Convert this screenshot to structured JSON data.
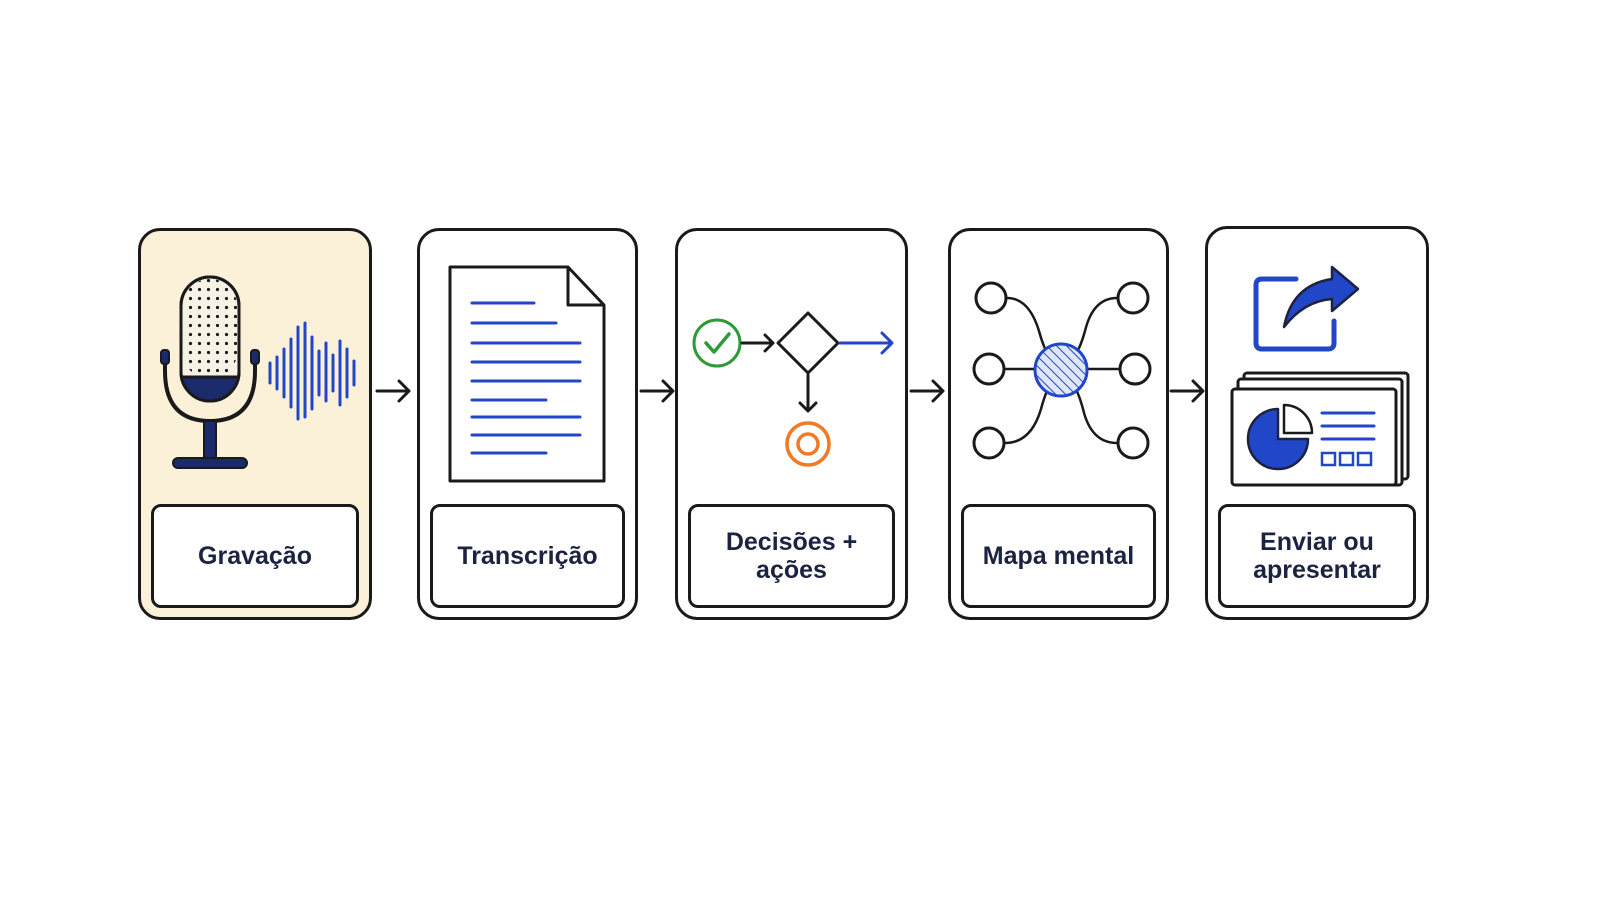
{
  "colors": {
    "outline": "#1a1a1a",
    "blue": "#2146c7",
    "navy": "#1b2340",
    "green": "#2e9a37",
    "orange": "#f07a25",
    "highlight_fill": "#fbf1d9"
  },
  "steps": [
    {
      "label": "Gravação",
      "icon": "microphone-soundwave-icon",
      "highlighted": true
    },
    {
      "label": "Transcrição",
      "icon": "document-icon",
      "highlighted": false
    },
    {
      "label": "Decisões +\nações",
      "icon": "decision-flow-icon",
      "highlighted": false
    },
    {
      "label": "Mapa mental",
      "icon": "mind-map-icon",
      "highlighted": false
    },
    {
      "label": "Enviar ou\napresentar",
      "icon": "share-presentation-icon",
      "highlighted": false
    }
  ],
  "connectors": [
    "arrow-right-icon",
    "arrow-right-icon",
    "arrow-right-icon",
    "arrow-right-icon"
  ]
}
